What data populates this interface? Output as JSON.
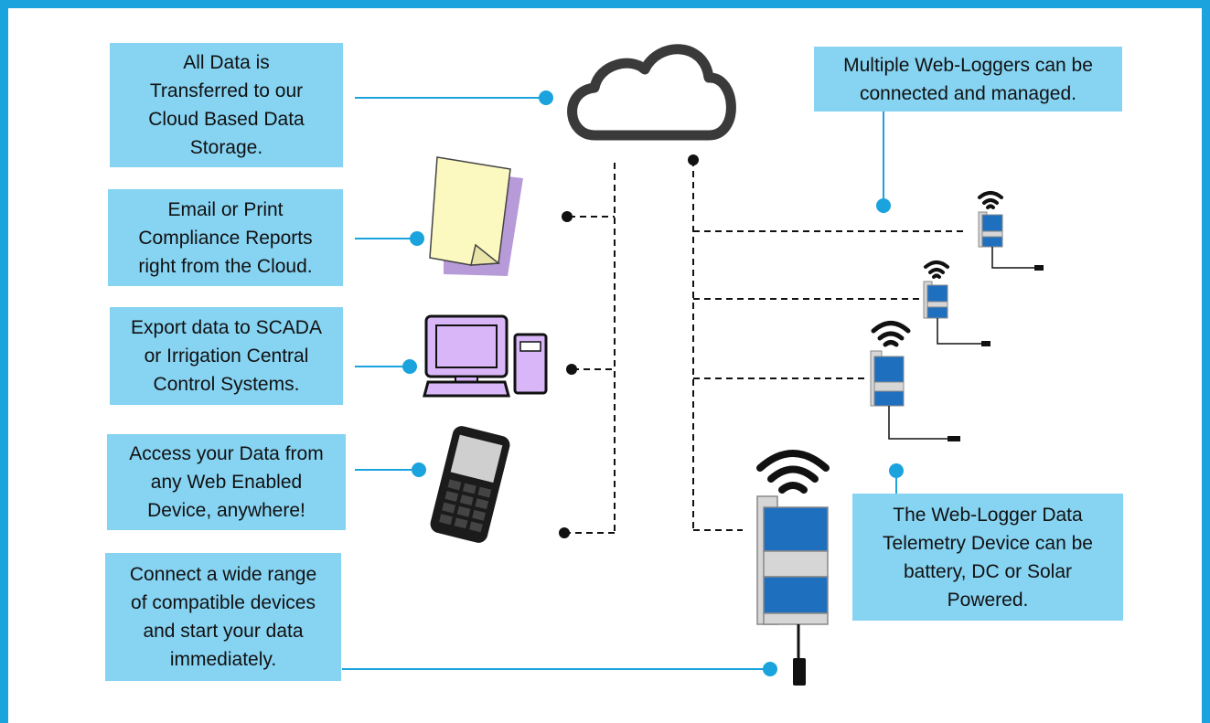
{
  "callouts": {
    "cloud_storage": "All Data is\nTransferred to our\nCloud Based Data\nStorage.",
    "compliance_reports": "Email or Print\nCompliance Reports\nright from the Cloud.",
    "export_scada": "Export data to SCADA\nor Irrigation Central\nControl Systems.",
    "access_anywhere": "Access your Data from\nany Web Enabled\nDevice, anywhere!",
    "connect_devices": "Connect a wide range\nof compatible devices\nand start your data\nimmediately.",
    "multiple_loggers": "Multiple Web-Loggers can be\nconnected and  managed.",
    "telemetry_device": "The Web-Logger Data\nTelemetry Device can be\nbattery, DC or Solar\nPowered."
  },
  "colors": {
    "frame": "#1aa3dd",
    "callout_fill": "#86d3f2",
    "connector": "#1aa3dd",
    "logger_blue": "#1f6fbf",
    "logger_gray": "#d6d6d6",
    "paper": "#fbf8c0",
    "paper_shadow": "#b79ad8",
    "computer": "#d9b6f7"
  },
  "icons": [
    "cloud-icon",
    "document-icon",
    "computer-icon",
    "mobile-phone-icon",
    "web-logger-icon",
    "wifi-icon"
  ]
}
